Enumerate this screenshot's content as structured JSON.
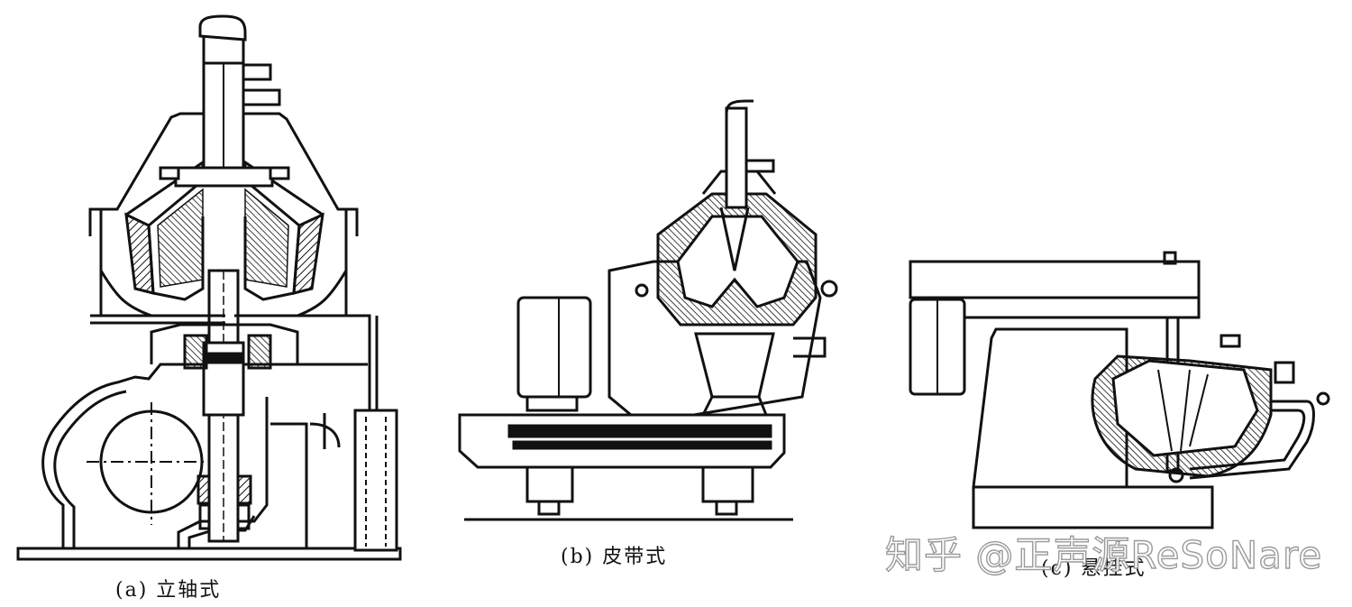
{
  "captions": {
    "a": "(a) 立轴式",
    "b": "(b) 皮带式",
    "c": "(c) 悬挂式"
  },
  "watermark": "知乎 @正声源ReSoNare",
  "colors": {
    "ink": "#111111",
    "paper": "#ffffff"
  }
}
